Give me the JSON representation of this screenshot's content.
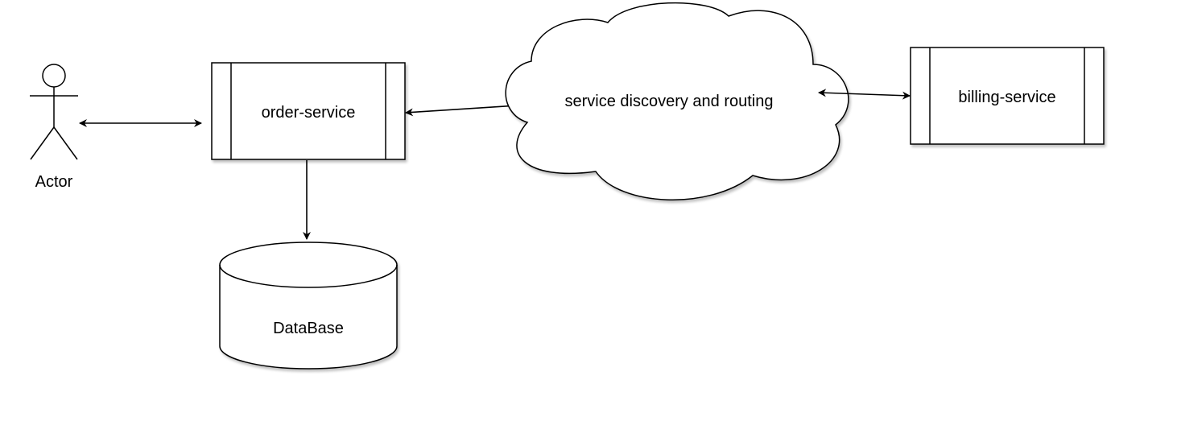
{
  "diagram": {
    "actor": {
      "label": "Actor"
    },
    "order_service": {
      "label": "order-service"
    },
    "billing_service": {
      "label": "billing-service"
    },
    "cloud": {
      "label": "service discovery and routing"
    },
    "database": {
      "label": "DataBase"
    }
  },
  "colors": {
    "stroke": "#000000",
    "fill": "#ffffff",
    "shadow": "#d4d4d4"
  },
  "icons": {
    "actor": "stick-figure-icon",
    "database": "cylinder-icon",
    "cloud": "cloud-icon"
  }
}
